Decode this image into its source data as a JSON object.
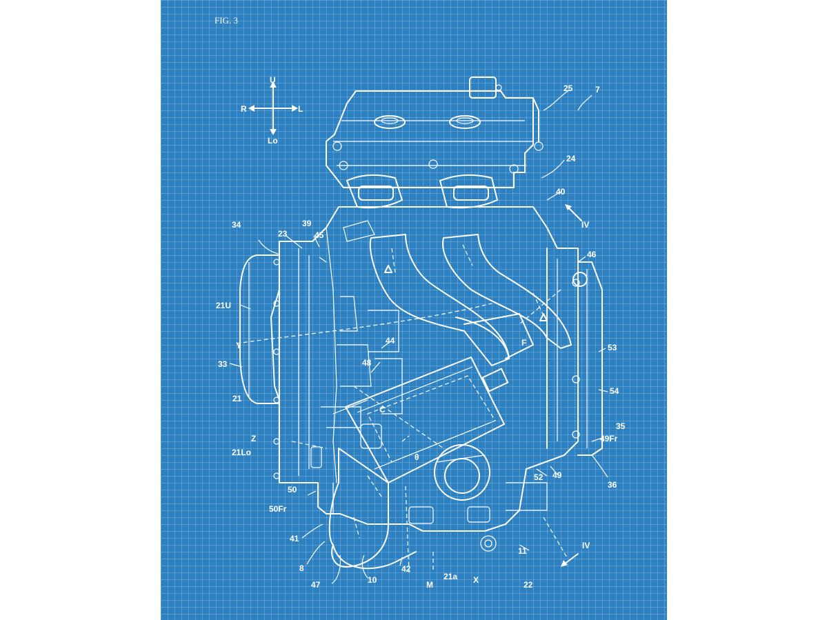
{
  "figure": {
    "title": "FIG. 3"
  },
  "directions": {
    "up": "U",
    "down": "Lo",
    "left": "R",
    "right": "L"
  },
  "labels": {
    "n7": "7",
    "n25": "25",
    "n24": "24",
    "n40": "40",
    "iv_top": "IV",
    "n46": "46",
    "n53": "53",
    "n54": "54",
    "n35": "35",
    "n49Fr": "49Fr",
    "n36": "36",
    "n52": "52",
    "n49": "49",
    "iv_bottom": "IV",
    "n11": "11",
    "n22": "22",
    "x": "X",
    "n21a": "21a",
    "m": "M",
    "n42": "42",
    "n10": "10",
    "n47": "47",
    "n8": "8",
    "n41": "41",
    "n50Fr": "50Fr",
    "n50": "50",
    "n21Lo": "21Lo",
    "z": "Z",
    "n21": "21",
    "n33": "33",
    "y": "Y",
    "n21U": "21U",
    "n34": "34",
    "n23": "23",
    "n39": "39",
    "n45": "45",
    "n44": "44",
    "n48": "48",
    "c": "C",
    "f": "F",
    "theta": "θ"
  }
}
